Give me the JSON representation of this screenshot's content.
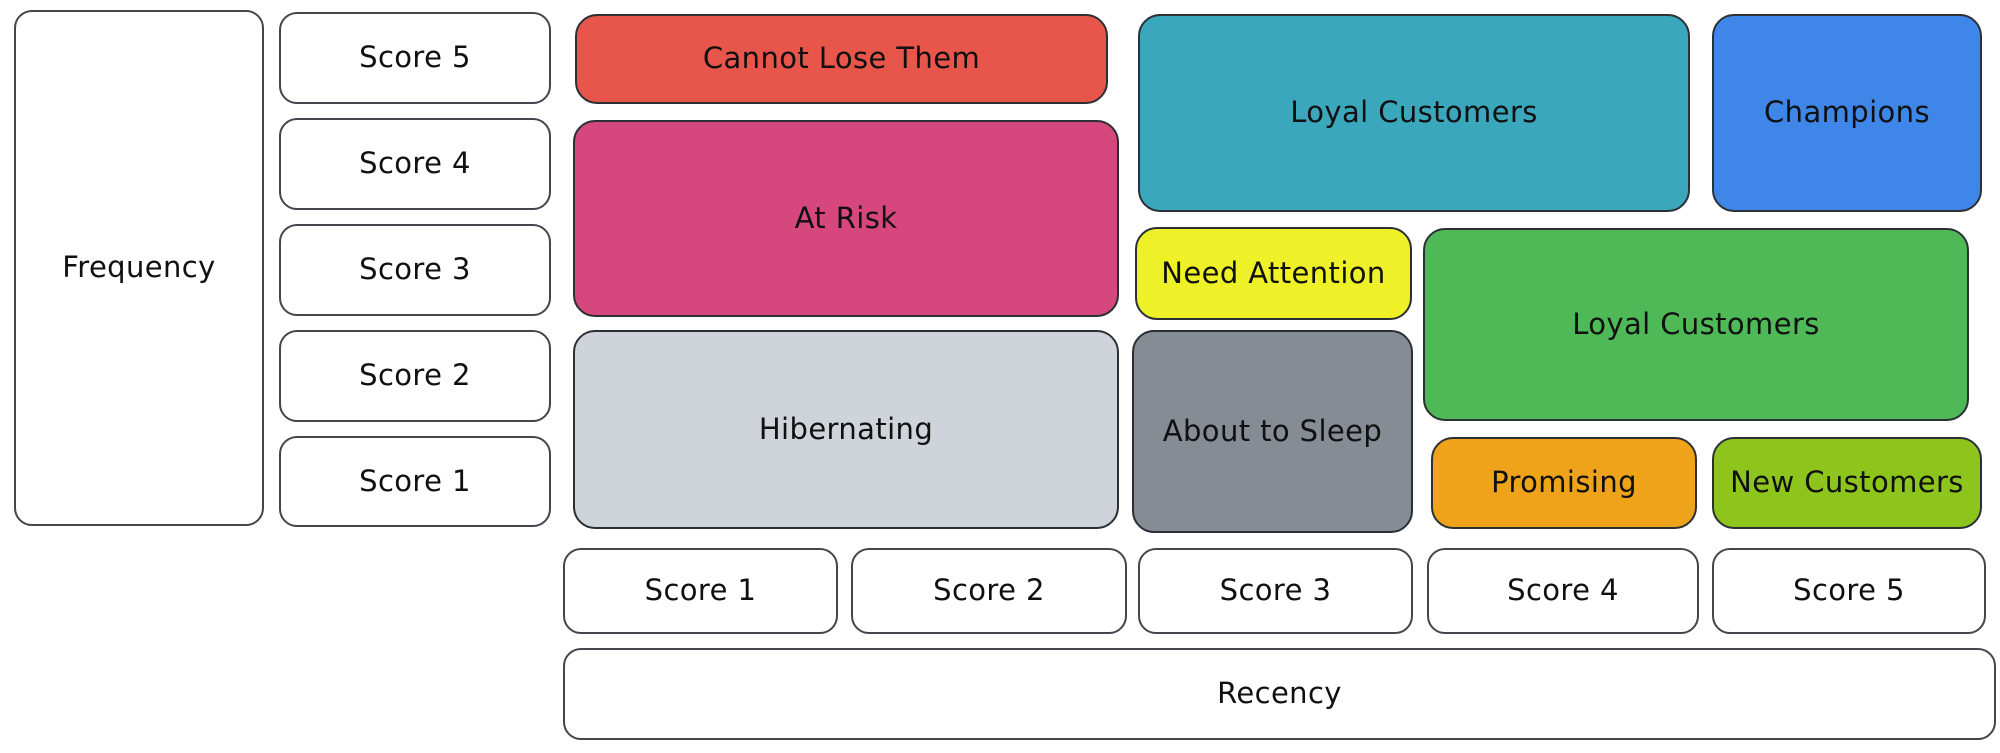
{
  "axes": {
    "frequency": {
      "label": "Frequency",
      "scores": [
        "Score 5",
        "Score 4",
        "Score 3",
        "Score 2",
        "Score 1"
      ]
    },
    "recency": {
      "label": "Recency",
      "scores": [
        "Score 1",
        "Score 2",
        "Score 3",
        "Score 4",
        "Score 5"
      ]
    }
  },
  "segments": [
    {
      "id": "cannot-lose-them",
      "label": "Cannot Lose Them",
      "color": "#e8554a"
    },
    {
      "id": "at-risk",
      "label": "At Risk",
      "color": "#d6477d"
    },
    {
      "id": "hibernating",
      "label": "Hibernating",
      "color": "#cfd4db"
    },
    {
      "id": "loyal-customers-top",
      "label": "Loyal Customers",
      "color": "#3ba7bc"
    },
    {
      "id": "champions",
      "label": "Champions",
      "color": "#3e87e8"
    },
    {
      "id": "need-attention",
      "label": "Need Attention",
      "color": "#eef128"
    },
    {
      "id": "about-to-sleep",
      "label": "About to Sleep",
      "color": "#868c94"
    },
    {
      "id": "loyal-customers-mid",
      "label": "Loyal Customers",
      "color": "#4fb957"
    },
    {
      "id": "promising",
      "label": "Promising",
      "color": "#efa31a"
    },
    {
      "id": "new-customers",
      "label": "New Customers",
      "color": "#8ec51d"
    }
  ],
  "colors": {
    "background": "#ffffff",
    "outline": "#2b3035",
    "text": "#101010"
  }
}
